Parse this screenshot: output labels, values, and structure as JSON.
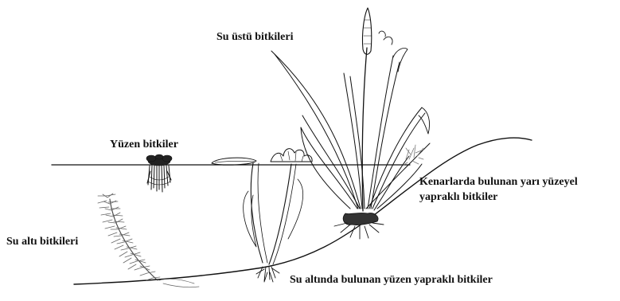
{
  "diagram": {
    "labels": {
      "emergent": "Su üstü bitkileri",
      "floating": "Yüzen bitkiler",
      "submerged": "Su altı bitkileri",
      "marginal_line1": "Kenarlarda bulunan yarı yüzeyel",
      "marginal_line2": "yapraklı bitkiler",
      "floating_leaved": "Su altında bulunan yüzen yapraklı bitkiler"
    },
    "colors": {
      "ink": "#111111",
      "background": "#ffffff",
      "foliage_light": "#777777"
    }
  }
}
